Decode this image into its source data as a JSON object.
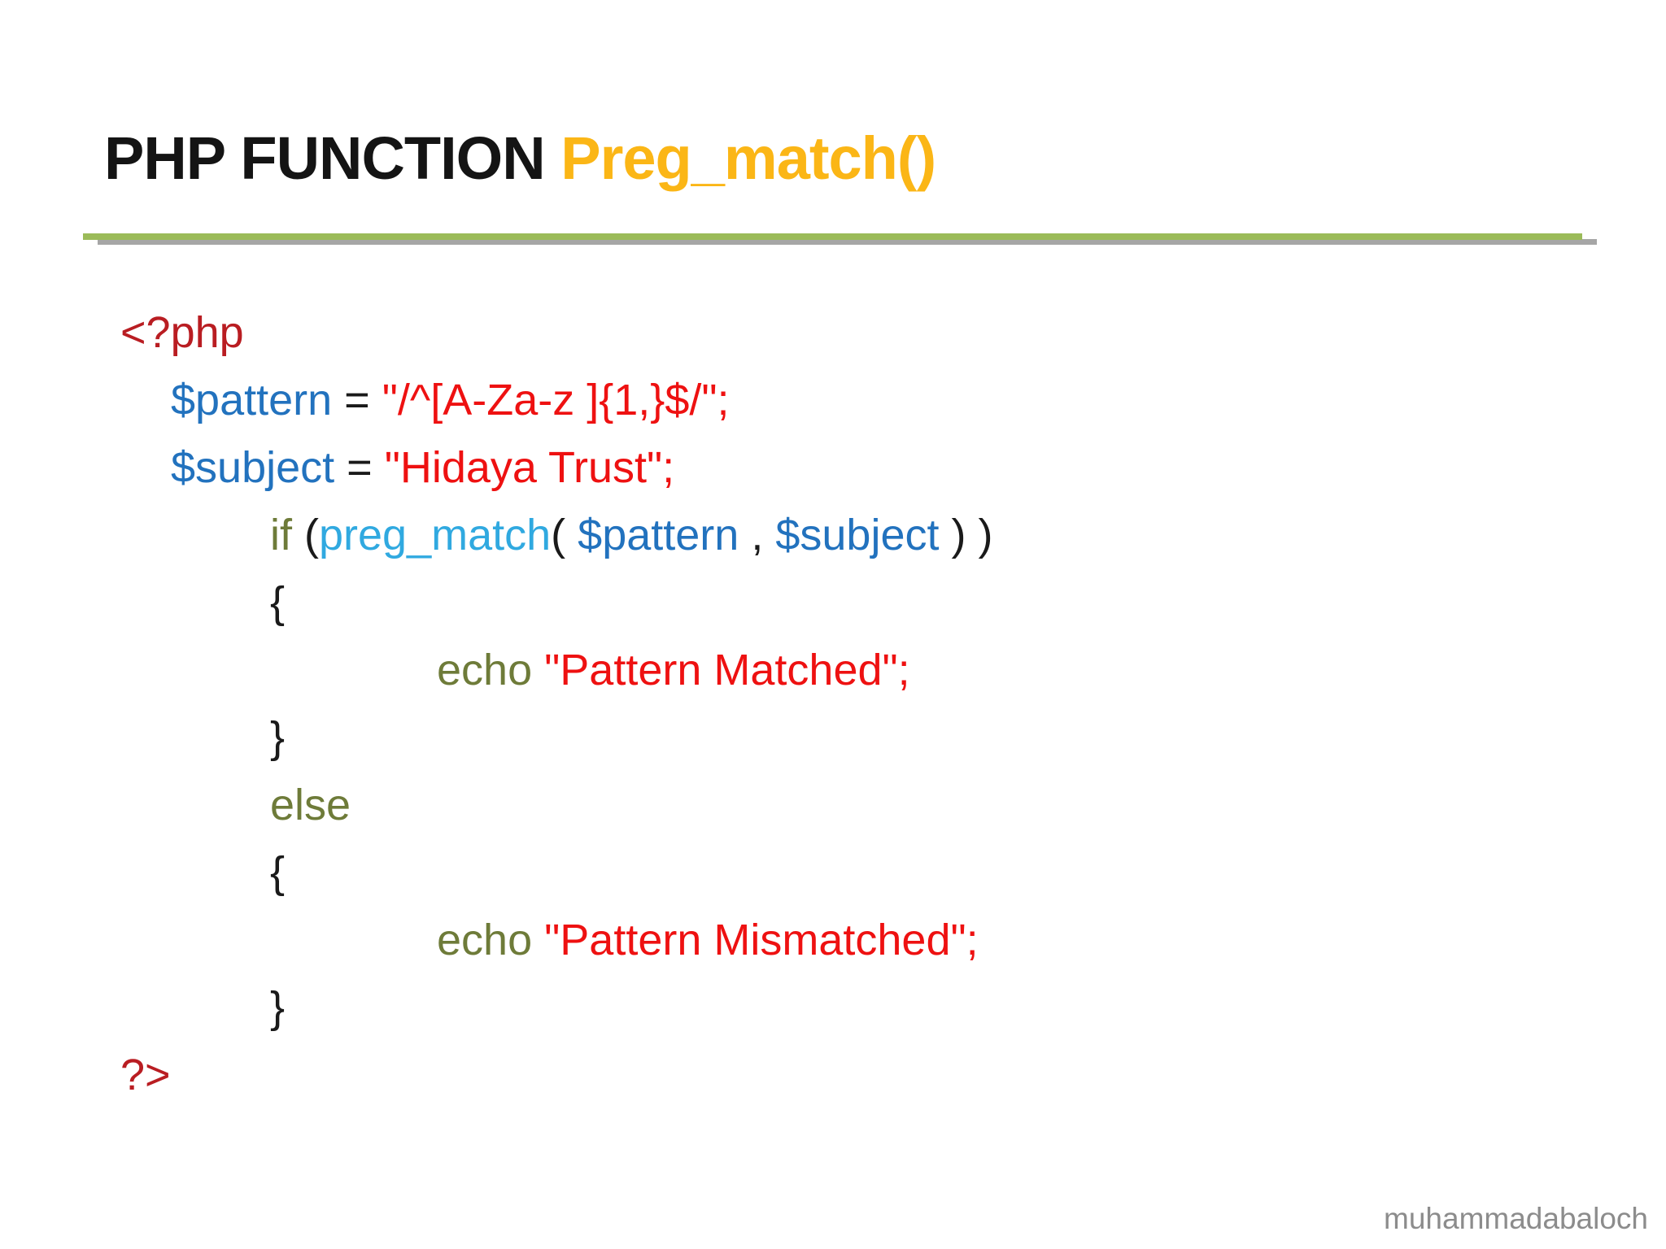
{
  "title": {
    "main": "PHP FUNCTION",
    "accent": "Preg_match()"
  },
  "colors": {
    "title_accent": "#FBB616",
    "php_tag": "#B91D22",
    "variable": "#2272BE",
    "string": "#EE1111",
    "keyword": "#6E7B39",
    "function": "#30A9E0",
    "punctuation": "#1A1A1A",
    "divider_green": "#9BBB59",
    "divider_shadow": "#A6A6A6",
    "watermark": "#8C8C8C"
  },
  "code": {
    "lines": [
      {
        "indent": 0,
        "tokens": [
          {
            "type": "tag",
            "text": "<?php"
          }
        ]
      },
      {
        "indent": 1,
        "tokens": [
          {
            "type": "variable",
            "text": "$pattern"
          },
          {
            "type": "punct",
            "text": " = "
          },
          {
            "type": "string",
            "text": "\"/^[A-Za-z ]{1,}$/\";"
          }
        ]
      },
      {
        "indent": 1,
        "tokens": [
          {
            "type": "variable",
            "text": "$subject"
          },
          {
            "type": "punct",
            "text": " = "
          },
          {
            "type": "string",
            "text": "\"Hidaya Trust\";"
          }
        ]
      },
      {
        "indent": 2,
        "tokens": [
          {
            "type": "keyword",
            "text": "if"
          },
          {
            "type": "punct",
            "text": " ("
          },
          {
            "type": "function",
            "text": "preg_match"
          },
          {
            "type": "punct",
            "text": "( "
          },
          {
            "type": "variable",
            "text": "$pattern"
          },
          {
            "type": "punct",
            "text": " , "
          },
          {
            "type": "variable",
            "text": "$subject"
          },
          {
            "type": "punct",
            "text": " ) )"
          }
        ]
      },
      {
        "indent": 2,
        "tokens": [
          {
            "type": "punct",
            "text": "{"
          }
        ]
      },
      {
        "indent": 3,
        "tokens": [
          {
            "type": "keyword",
            "text": "echo"
          },
          {
            "type": "punct",
            "text": " "
          },
          {
            "type": "string",
            "text": "\"Pattern Matched\";"
          }
        ]
      },
      {
        "indent": 2,
        "tokens": [
          {
            "type": "punct",
            "text": "}"
          }
        ]
      },
      {
        "indent": 2,
        "tokens": [
          {
            "type": "keyword",
            "text": "else"
          }
        ]
      },
      {
        "indent": 2,
        "tokens": [
          {
            "type": "punct",
            "text": "{"
          }
        ]
      },
      {
        "indent": 3,
        "tokens": [
          {
            "type": "keyword",
            "text": "echo"
          },
          {
            "type": "punct",
            "text": " "
          },
          {
            "type": "string",
            "text": "\"Pattern Mismatched\";"
          }
        ]
      },
      {
        "indent": 2,
        "tokens": [
          {
            "type": "punct",
            "text": "}"
          }
        ]
      },
      {
        "indent": 0,
        "tokens": [
          {
            "type": "tag",
            "text": "?>"
          }
        ]
      }
    ]
  },
  "watermark": "muhammadabaloch"
}
